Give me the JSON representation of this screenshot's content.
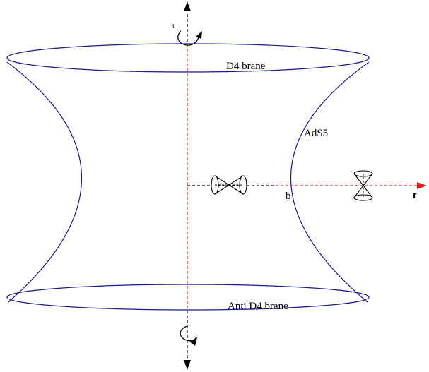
{
  "labels": {
    "t_axis": "t",
    "top_brane": "D4 brane",
    "bulk": "AdS5",
    "radius_point": "b",
    "r_axis": "r",
    "bottom_brane": "Anti D4 brane"
  },
  "colors": {
    "surface": "#1a1a8c",
    "axis_black": "#000000",
    "axis_red": "#e02020",
    "text": "#000000"
  },
  "icons": [
    "rotation-arrow-top-icon",
    "rotation-arrow-bottom-icon",
    "light-cone-horizontal-icon",
    "light-cone-vertical-icon"
  ]
}
